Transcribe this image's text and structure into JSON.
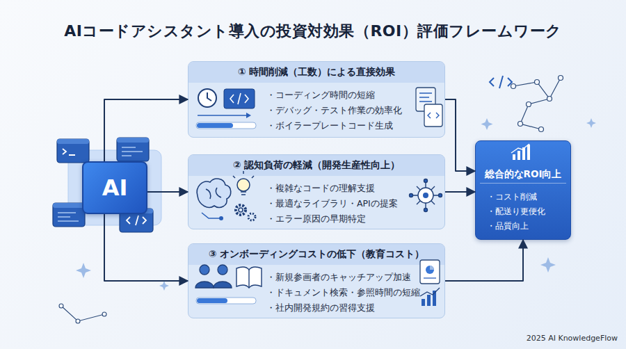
{
  "diagram": {
    "title": "AIコードアシスタント導入の投資対効果（ROI）評価フレームワーク",
    "nodes": [
      {
        "text": [
          "AI"
        ]
      },
      {
        "text": [
          "① 時間削減（工数）による直接効果",
          "・コーディング時間の短縮",
          "・デバッグ・テスト作業の効率化",
          "・ボイラープレートコード生成"
        ]
      },
      {
        "text": [
          "② 認知負荷の軽減（開発生産性向上）",
          "・複雑なコードの理解支援",
          "・最適なライブラリ・APIの提案",
          "・エラー原因の早期特定"
        ]
      },
      {
        "text": [
          "③ オンボーディングコストの低下（教育コスト）",
          "・新規参画者のキャッチアップ加速",
          "・ドキュメント検索・参照時間の短縮",
          "・社内開発規約の習得支援"
        ]
      },
      {
        "text": [
          "総合的なROI向上",
          "・コスト削減",
          "・配送り更便化",
          "・品質向上"
        ]
      }
    ],
    "edges": [
      {
        "from": 0,
        "to": 1,
        "arrow": "to"
      },
      {
        "from": 0,
        "to": 2,
        "arrow": "to"
      },
      {
        "from": 0,
        "to": 3,
        "arrow": "to"
      },
      {
        "from": 1,
        "to": 4,
        "arrow": "to"
      },
      {
        "from": 2,
        "to": 4,
        "arrow": "to"
      },
      {
        "from": 3,
        "to": 4,
        "arrow": "to"
      }
    ],
    "labels": [
      "2025 AI KnowledgeFlow"
    ]
  }
}
